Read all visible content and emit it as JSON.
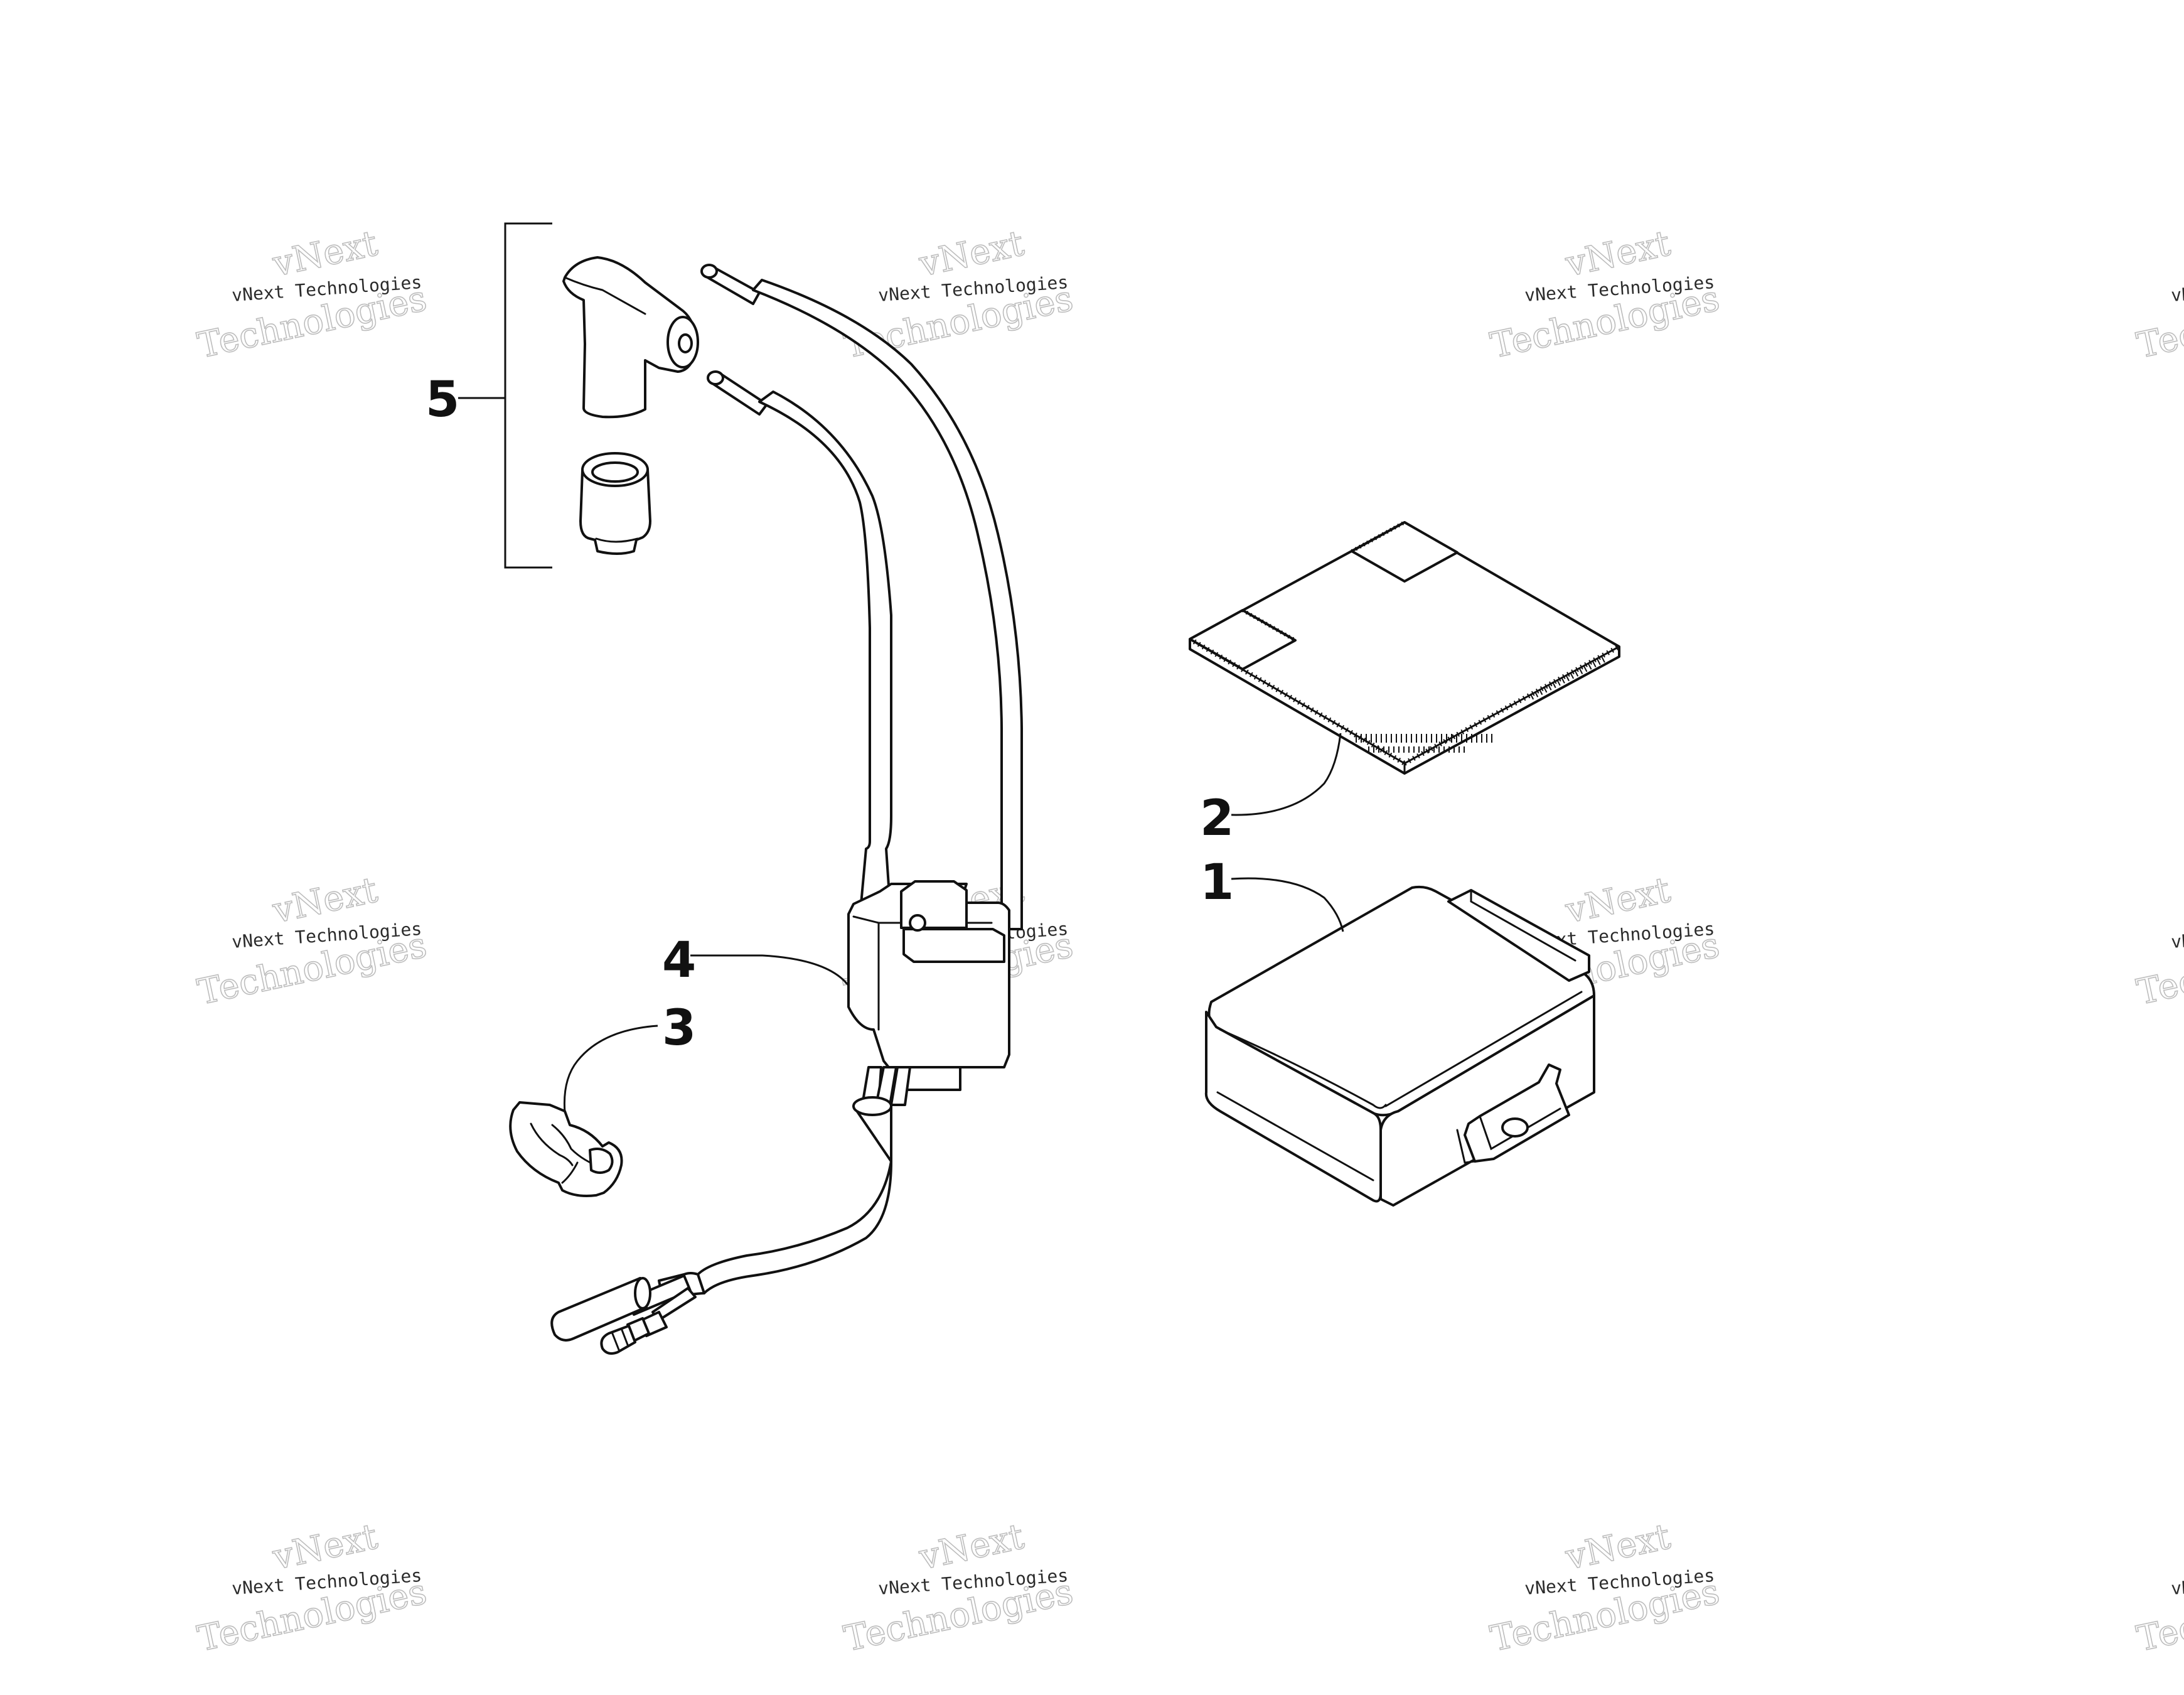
{
  "callouts": {
    "c1": "1",
    "c2": "2",
    "c3": "3",
    "c4": "4",
    "c5": "5"
  },
  "watermark": {
    "line1": "vNext",
    "line2": "vNext Technologies",
    "line3": "Technologies"
  },
  "colors": {
    "ink": "#111111",
    "watermark_outline": "#bdbdbd",
    "background": "#ffffff"
  }
}
